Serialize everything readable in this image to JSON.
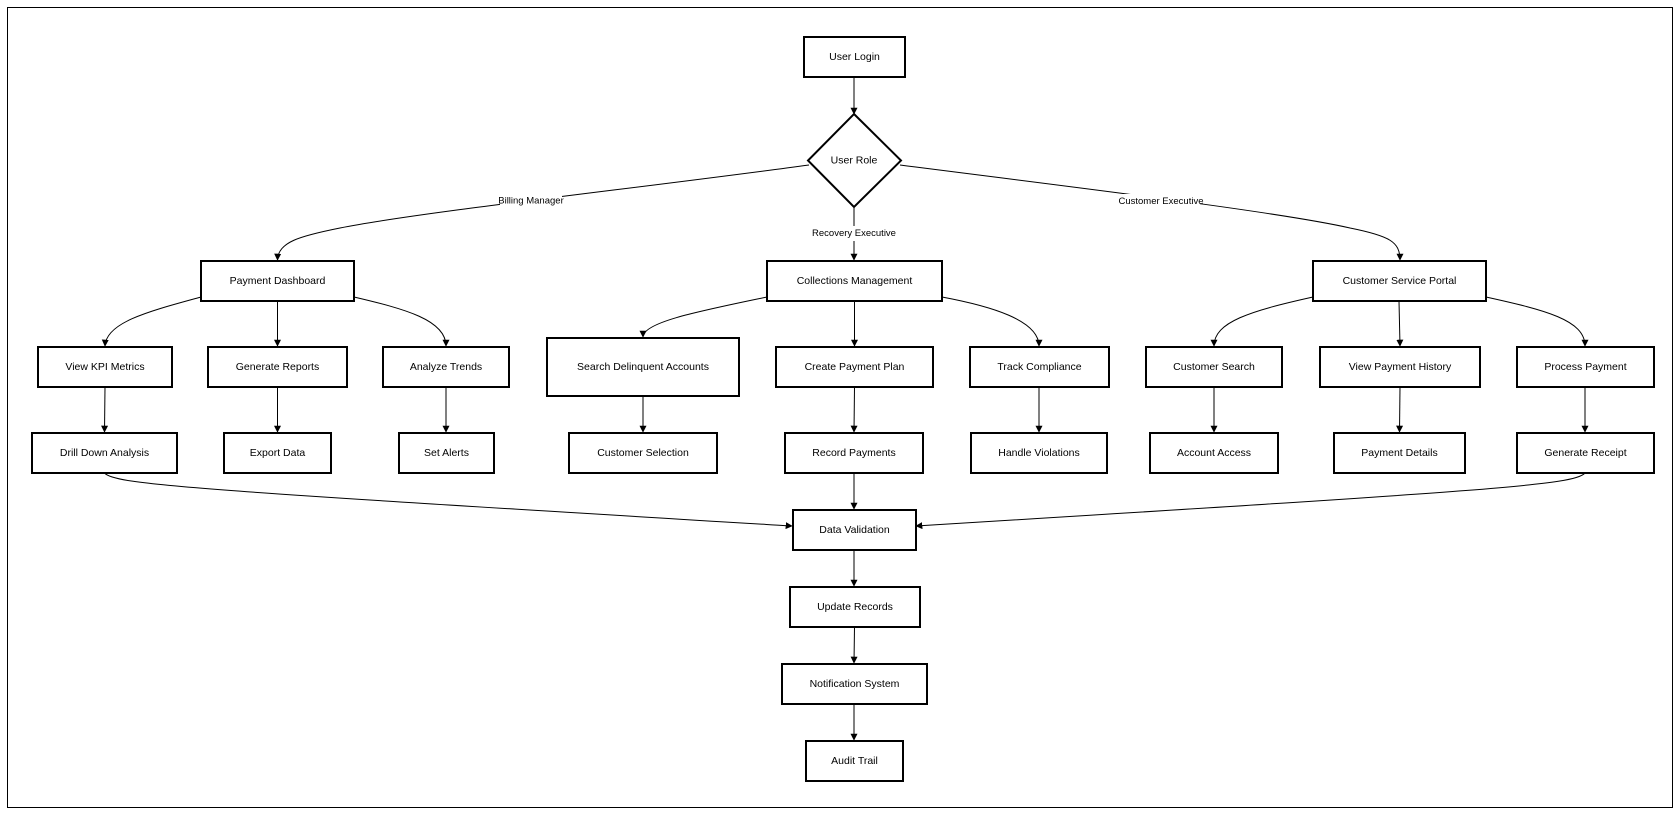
{
  "nodes": {
    "login": "User Login",
    "role": "User Role",
    "payment_dashboard": "Payment Dashboard",
    "collections_management": "Collections Management",
    "customer_service_portal": "Customer Service Portal",
    "view_kpi": "View KPI Metrics",
    "generate_reports": "Generate Reports",
    "analyze_trends": "Analyze Trends",
    "search_delinquent": "Search Delinquent Accounts",
    "create_payment_plan": "Create Payment Plan",
    "track_compliance": "Track Compliance",
    "customer_search": "Customer Search",
    "view_payment_history": "View Payment History",
    "process_payment": "Process Payment",
    "drill_down": "Drill Down Analysis",
    "export_data": "Export Data",
    "set_alerts": "Set Alerts",
    "customer_selection": "Customer Selection",
    "record_payments": "Record Payments",
    "handle_violations": "Handle Violations",
    "account_access": "Account Access",
    "payment_details": "Payment Details",
    "generate_receipt": "Generate Receipt",
    "data_validation": "Data Validation",
    "update_records": "Update Records",
    "notification_system": "Notification System",
    "audit_trail": "Audit Trail"
  },
  "edge_labels": {
    "billing_manager": "Billing Manager",
    "recovery_executive": "Recovery Executive",
    "customer_executive": "Customer Executive"
  }
}
